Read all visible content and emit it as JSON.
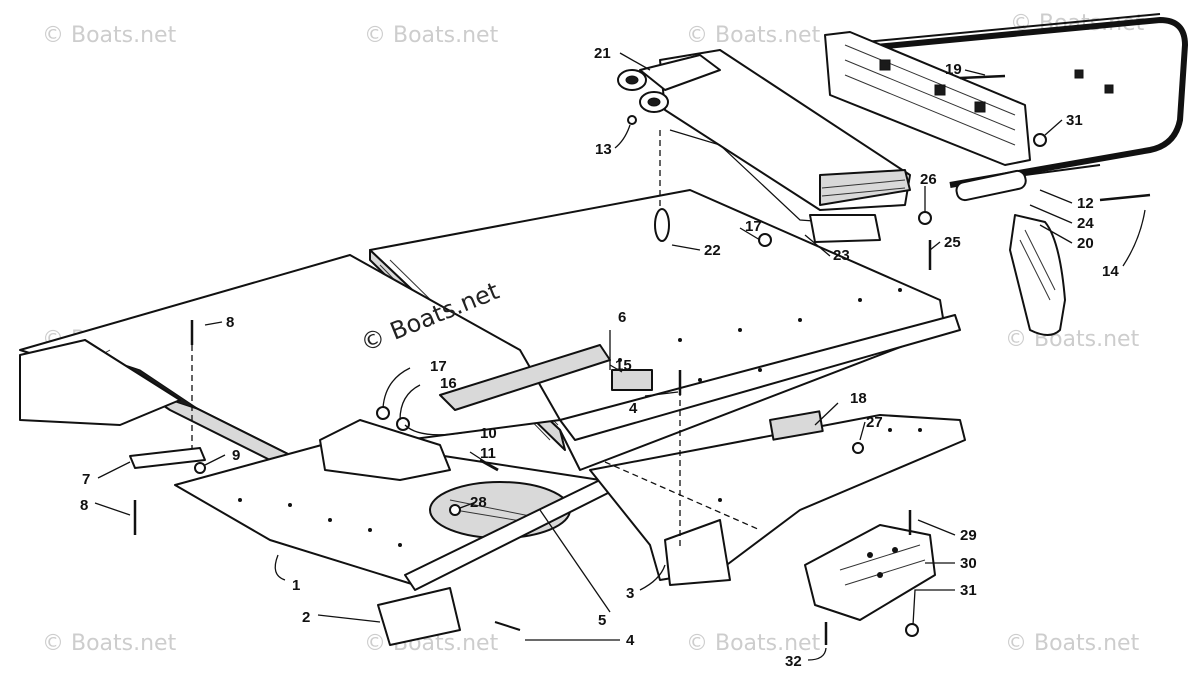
{
  "watermark": {
    "text": "© Boats.net",
    "main_text": "© Boats.net"
  },
  "callouts": {
    "c1": "1",
    "c2": "2",
    "c3": "3",
    "c4a": "4",
    "c4b": "4",
    "c5": "5",
    "c6": "6",
    "c7": "7",
    "c8a": "8",
    "c8b": "8",
    "c9": "9",
    "c10": "10",
    "c11": "11",
    "c12": "12",
    "c13": "13",
    "c14": "14",
    "c15": "15",
    "c16": "16",
    "c17a": "17",
    "c17b": "17",
    "c18": "18",
    "c19": "19",
    "c20": "20",
    "c21": "21",
    "c22": "22",
    "c23": "23",
    "c24": "24",
    "c25": "25",
    "c26": "26",
    "c27": "27",
    "c28": "28",
    "c29": "29",
    "c30": "30",
    "c31a": "31",
    "c31b": "31",
    "c32": "32"
  }
}
